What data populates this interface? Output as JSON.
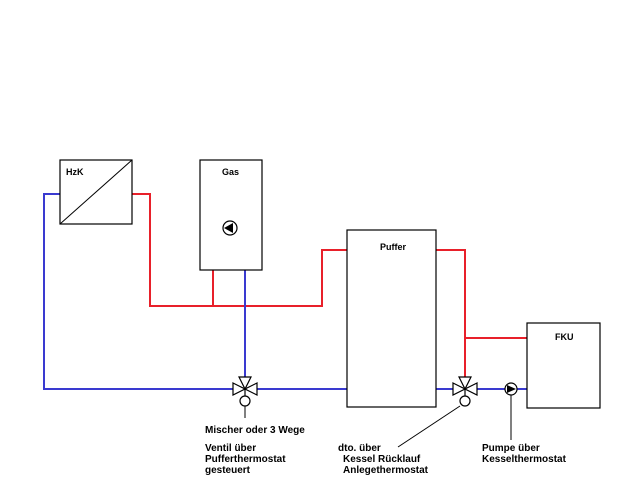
{
  "components": {
    "hzk": "HzK",
    "gas": "Gas",
    "puffer": "Puffer",
    "fku": "FKU"
  },
  "annotations": {
    "mixer_line1": "Mischer oder 3 Wege",
    "mixer_line2": "Ventil über",
    "mixer_line3": "Pufferthermostat",
    "mixer_line4": "gesteuert",
    "valve2_line1": "dto. über",
    "valve2_line2": "Kessel Rücklauf",
    "valve2_line3": "Anlegethermostat",
    "pump_line1": "Pumpe über",
    "pump_line2": "Kesselthermostat"
  },
  "colors": {
    "supply_pipe": "#e8202a",
    "return_pipe": "#3a3ad0"
  }
}
